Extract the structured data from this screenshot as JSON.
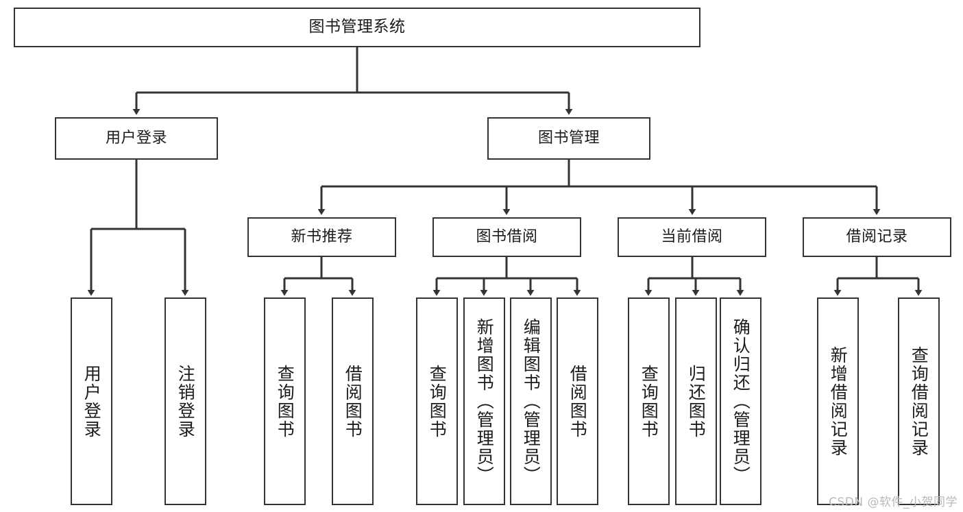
{
  "diagram": {
    "type": "tree",
    "title": "图书管理系统",
    "watermark": "CSDN @软件_小贺同学",
    "colors": {
      "stroke": "#333333",
      "fill": "#ffffff",
      "text": "#1b1b1b",
      "watermark": "#b9b9b9"
    },
    "nodes": {
      "root": {
        "label": "图书管理系统",
        "level": 1
      },
      "l2": [
        {
          "label": "用户登录",
          "level": 2
        },
        {
          "label": "图书管理",
          "level": 2
        }
      ],
      "l3": [
        {
          "label": "新书推荐",
          "level": 3
        },
        {
          "label": "图书借阅",
          "level": 3
        },
        {
          "label": "当前借阅",
          "level": 3
        },
        {
          "label": "借阅记录",
          "level": 3
        }
      ],
      "leaves": [
        {
          "label": "用户登录",
          "parent": "用户登录"
        },
        {
          "label": "注销登录",
          "parent": "用户登录"
        },
        {
          "label": "查询图书",
          "parent": "新书推荐"
        },
        {
          "label": "借阅图书",
          "parent": "新书推荐"
        },
        {
          "label": "查询图书",
          "parent": "图书借阅"
        },
        {
          "label": "新增图书（管理员）",
          "parent": "图书借阅"
        },
        {
          "label": "编辑图书（管理员）",
          "parent": "图书借阅"
        },
        {
          "label": "借阅图书",
          "parent": "图书借阅"
        },
        {
          "label": "查询图书",
          "parent": "当前借阅"
        },
        {
          "label": "归还图书",
          "parent": "当前借阅"
        },
        {
          "label": "确认归还（管理员）",
          "parent": "当前借阅"
        },
        {
          "label": "新增借阅记录",
          "parent": "借阅记录"
        },
        {
          "label": "查询借阅记录",
          "parent": "借阅记录"
        }
      ]
    }
  }
}
